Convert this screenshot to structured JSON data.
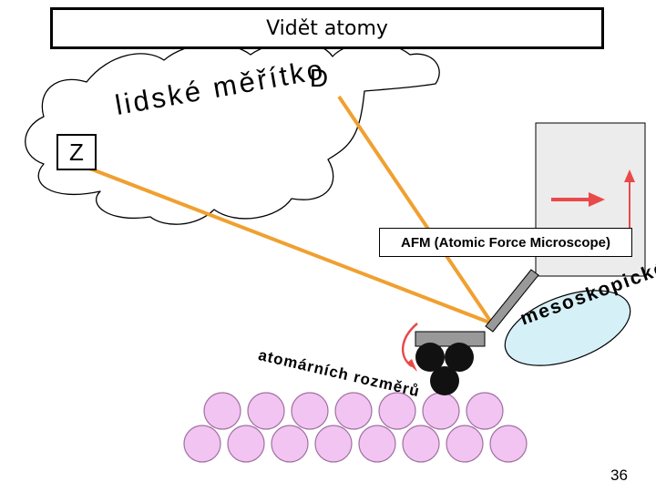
{
  "title": "Vidět atomy",
  "labels": {
    "d": "D",
    "z": "Z",
    "human_scale": "lidské měřítko",
    "afm": "AFM (Atomic Force Microscope)",
    "mesoscopic": "mesoskopické",
    "atomic_scale": "atomárních rozměrů"
  },
  "page_number": "36",
  "colors": {
    "beam": "#f0a030",
    "arrow": "#e84a4a",
    "substrate_atom": "#f2c4f2",
    "substrate_atom_stroke": "#a070a0",
    "tip_atom": "#111111",
    "mesoscopic_blob": "#d6f0f7",
    "scanner_block": "#ececec",
    "cantilever": "#999999"
  }
}
